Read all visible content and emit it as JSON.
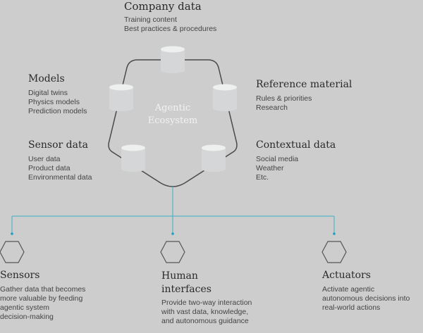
{
  "center": {
    "line1": "Agentic",
    "line2": "Ecosystem"
  },
  "sources": [
    {
      "title": "Company data",
      "items": [
        "Training content",
        "Best practices & procedures"
      ]
    },
    {
      "title": "Models",
      "items": [
        "Digital twins",
        "Physics models",
        "Prediction models"
      ]
    },
    {
      "title": "Reference material",
      "items": [
        "Rules & priorities",
        "Research"
      ]
    },
    {
      "title": "Sensor data",
      "items": [
        "User data",
        "Product data",
        "Environmental data"
      ]
    },
    {
      "title": "Contextual data",
      "items": [
        "Social media",
        "Weather",
        "Etc."
      ]
    }
  ],
  "outputs": [
    {
      "title": "Sensors",
      "desc": [
        "Gather data that becomes",
        "more valuable by feeding",
        "agentic system",
        "decision-making"
      ]
    },
    {
      "title": "Human",
      "title2": "interfaces",
      "desc": [
        "Provide two-way interaction",
        "with vast data, knowledge,",
        "and autonomous guidance"
      ]
    },
    {
      "title": "Actuators",
      "desc": [
        "Activate agentic",
        "autonomous decisions into",
        "real-world actions"
      ]
    }
  ],
  "colors": {
    "background": "#cdcdcd",
    "connector": "#3aaec4",
    "outline": "#555555",
    "cylinder": "#d8d9da"
  }
}
